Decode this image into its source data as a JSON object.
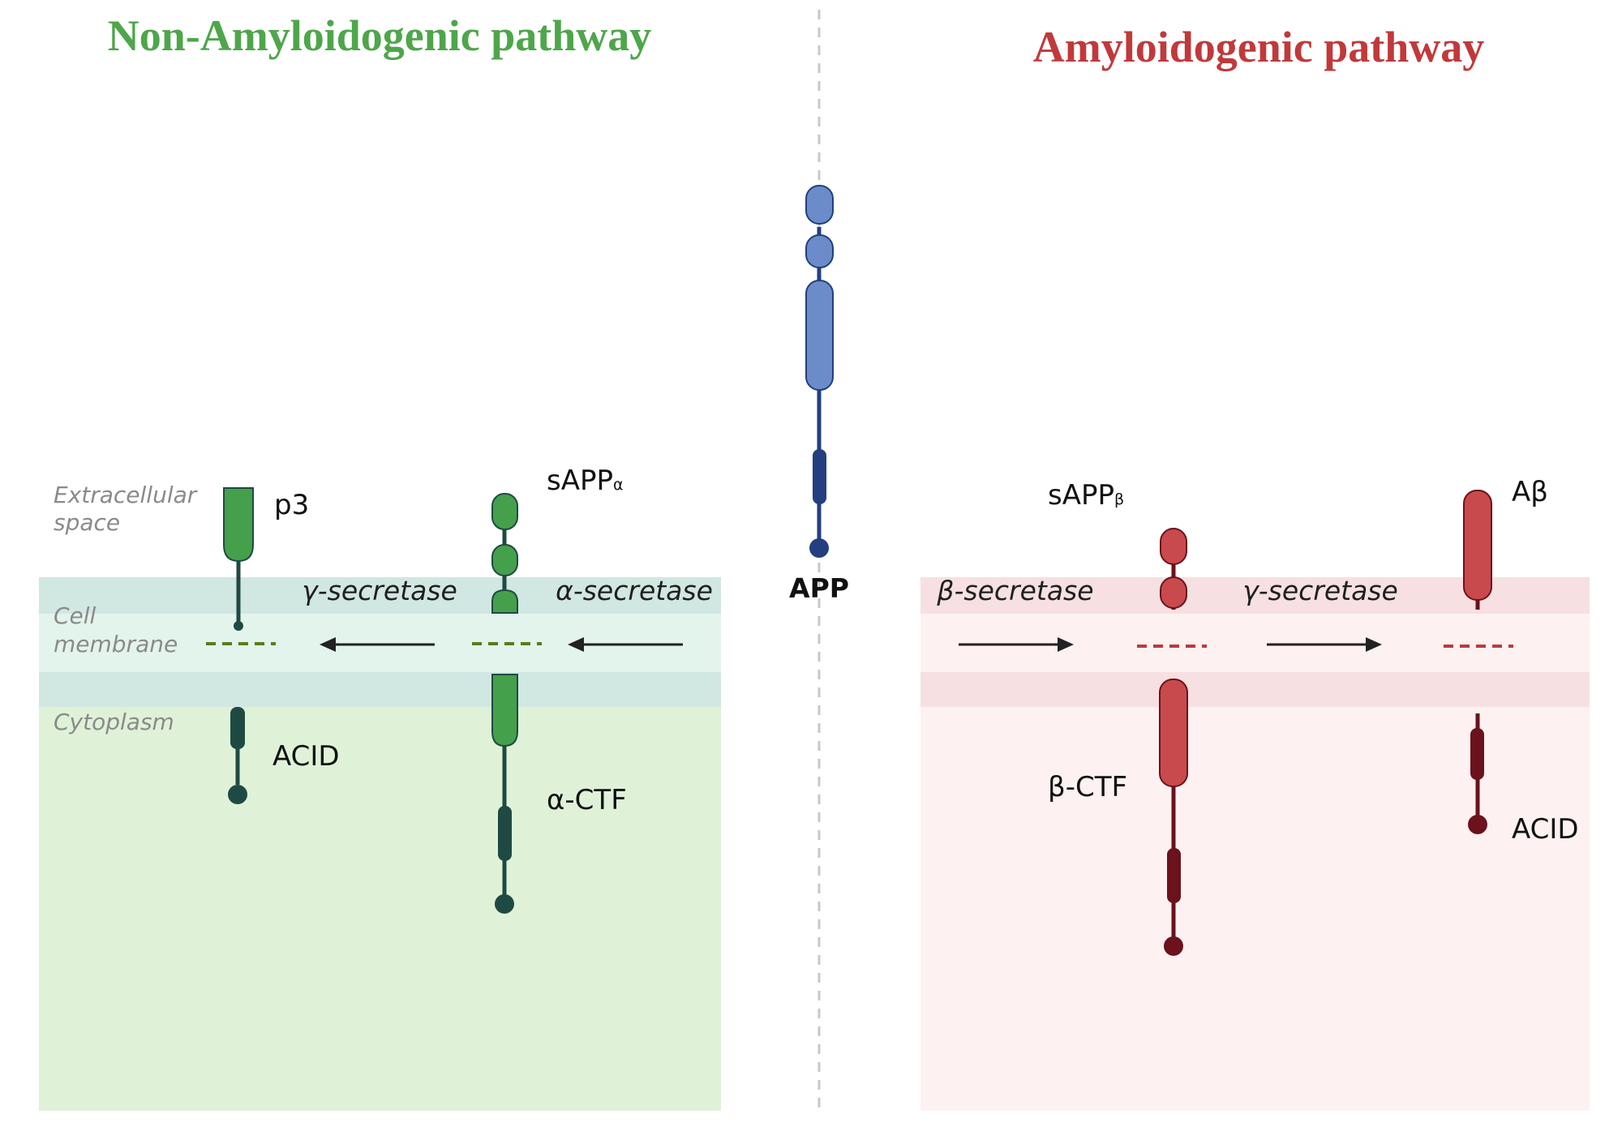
{
  "titles": {
    "non_amyloidogenic": "Non-Amyloidogenic pathway",
    "amyloidogenic": "Amyloidogenic pathway"
  },
  "regions": {
    "extracellular_line1": "Extracellular",
    "extracellular_line2": "space",
    "membrane_line1": "Cell",
    "membrane_line2": "membrane",
    "cytoplasm": "Cytoplasm"
  },
  "enzymes": {
    "gamma_left": "γ-secretase",
    "alpha": "α-secretase",
    "beta": "β-secretase",
    "gamma_right": "γ-secretase"
  },
  "products": {
    "p3": "p3",
    "sappa_main": "sAPP",
    "sappa_sub": "α",
    "acid_left": "ACID",
    "alpha_ctf": "α-CTF",
    "sappb_main": "sAPP",
    "sappb_sub": "β",
    "abeta": "Aβ",
    "beta_ctf": "β-CTF",
    "acid_right": "ACID"
  },
  "app_label": "APP",
  "colors": {
    "green_title": "#4ea64a",
    "red_title": "#c0393b",
    "green_bg": "#dff2d8",
    "green_membrane": "#d1e7e1",
    "green_membrane_core": "#e3f4ec",
    "red_bg": "#fdf1f1",
    "red_membrane": "#f7e0e1",
    "green_protein": "#44a04a",
    "green_dark": "#1f4a43",
    "red_protein": "#c94a4d",
    "red_dark": "#6b121c",
    "app_light": "#6b8cc9",
    "app_dark": "#233f7f"
  }
}
